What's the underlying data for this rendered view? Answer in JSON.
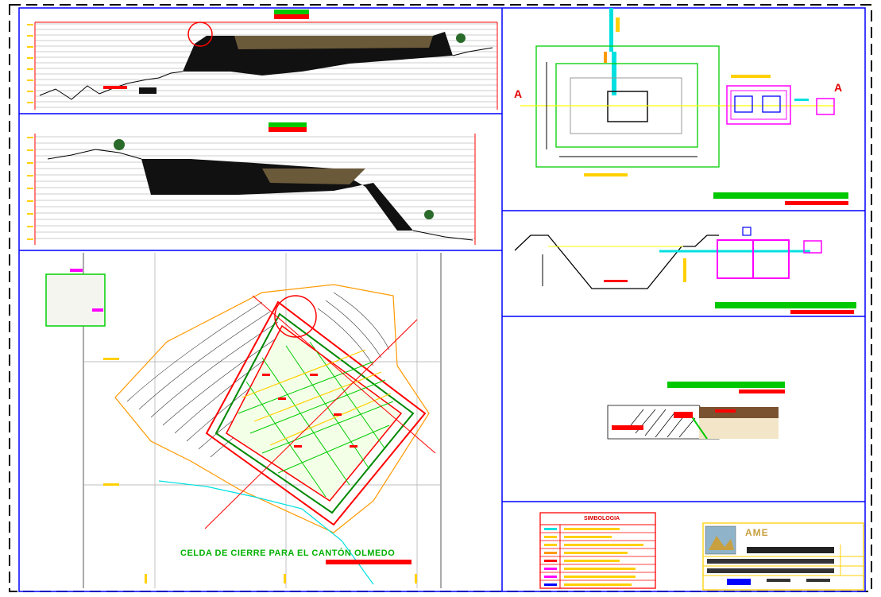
{
  "drawing": {
    "plan_title": "CELDA DE CIERRE PARA EL CANTÓN OLMEDO",
    "section_marker_left": "A",
    "section_marker_right": "A",
    "legend_title": "SIMBOLOGIA",
    "company_name": "AME"
  },
  "colors": {
    "frame": "#0000ff",
    "border_dash": "#000000",
    "red": "#ff0000",
    "green": "#00c800",
    "yellow": "#ffff00",
    "cyan": "#00e0e0",
    "magenta": "#ff00ff",
    "orange": "#ff9900",
    "brown": "#7a5230"
  }
}
